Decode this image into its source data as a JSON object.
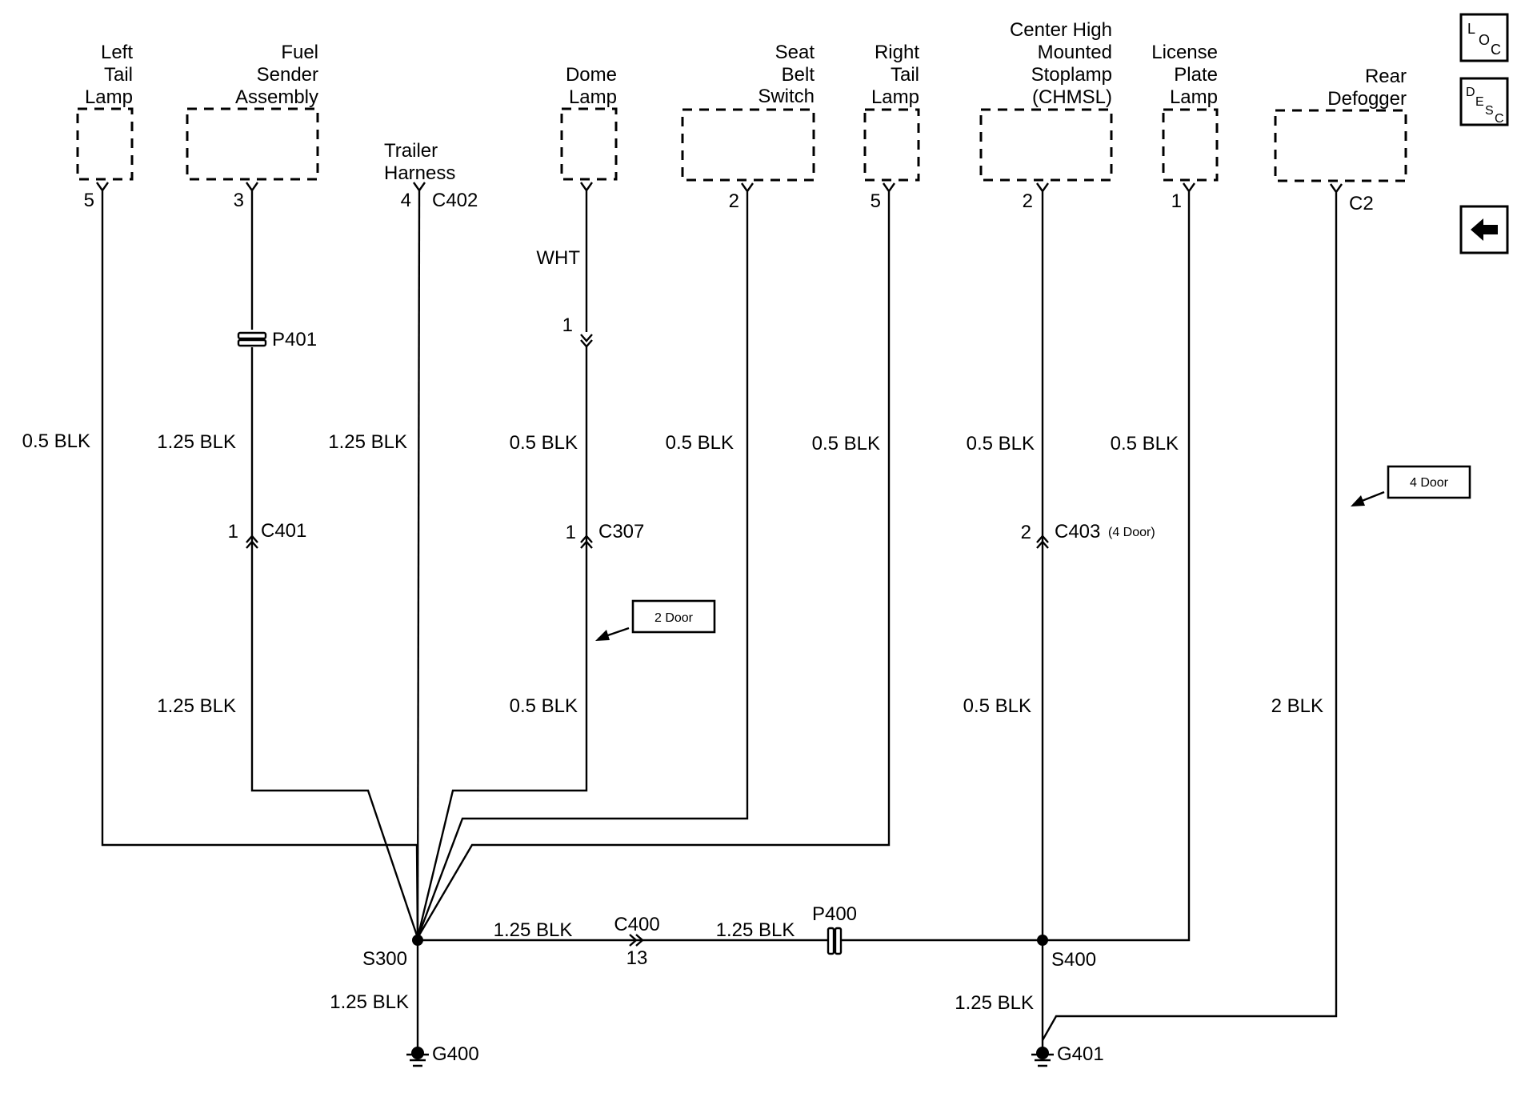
{
  "components": {
    "left_tail_lamp": [
      "Left",
      "Tail",
      "Lamp"
    ],
    "fuel_sender": [
      "Fuel",
      "Sender",
      "Assembly"
    ],
    "trailer_harness": [
      "Trailer",
      "Harness"
    ],
    "dome_lamp": [
      "Dome",
      "Lamp"
    ],
    "seat_belt_switch": [
      "Seat",
      "Belt",
      "Switch"
    ],
    "right_tail_lamp": [
      "Right",
      "Tail",
      "Lamp"
    ],
    "chmsl": [
      "Center High",
      "Mounted",
      "Stoplamp",
      "(CHMSL)"
    ],
    "license_plate_lamp": [
      "License",
      "Plate",
      "Lamp"
    ],
    "rear_defogger": [
      "Rear",
      "Defogger"
    ]
  },
  "pins": {
    "left_tail": "5",
    "fuel_sender": "3",
    "trailer": "4",
    "seat_belt": "2",
    "right_tail": "5",
    "chmsl": "2",
    "license": "1",
    "c401": "1",
    "dome_inline": "1",
    "c307": "1",
    "c403": "2",
    "c400": "13"
  },
  "connectors": {
    "c402": "C402",
    "c2": "C2",
    "p401": "P401",
    "c401": "C401",
    "c307": "C307",
    "c403": "C403",
    "c403_note": "(4 Door)",
    "c400": "C400",
    "p400": "P400"
  },
  "wires": {
    "dome_color": "WHT",
    "left_tail": "0.5 BLK",
    "fuel_upper": "1.25 BLK",
    "fuel_lower": "1.25 BLK",
    "trailer": "1.25 BLK",
    "dome_upper": "0.5 BLK",
    "dome_lower": "0.5 BLK",
    "seat_belt": "0.5 BLK",
    "right_tail": "0.5 BLK",
    "chmsl_upper": "0.5 BLK",
    "chmsl_lower": "0.5 BLK",
    "license": "0.5 BLK",
    "defogger": "2 BLK",
    "s300_c400": "1.25 BLK",
    "c400_p400": "1.25 BLK",
    "s300_g400": "1.25 BLK",
    "s400_g401": "1.25 BLK"
  },
  "splices": {
    "s300": "S300",
    "s400": "S400"
  },
  "grounds": {
    "g400": "G400",
    "g401": "G401"
  },
  "notes": {
    "two_door": "2 Door",
    "four_door": "4 Door"
  },
  "nav": {
    "loc": {
      "l": "L",
      "o": "O",
      "c": "C"
    },
    "desc": {
      "d": "D",
      "e": "E",
      "s": "S",
      "c": "C"
    }
  }
}
